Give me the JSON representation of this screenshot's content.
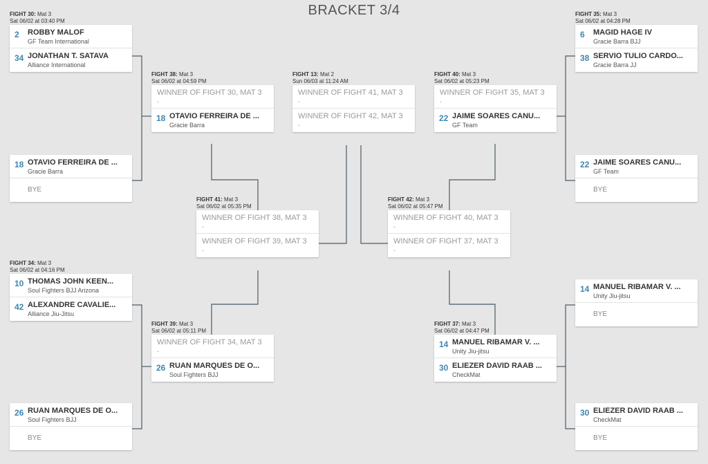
{
  "page": {
    "title": "BRACKET 3/4"
  },
  "colors": {
    "seed": "#3e86b0",
    "line": "#4b5a66"
  },
  "matches": {
    "f30": {
      "label": "FIGHT 30:",
      "mat": "Mat 3",
      "time": "Sat 06/02 at 03:40 PM",
      "s1": {
        "seed": "2",
        "name": "ROBBY MALOF",
        "team": "GF Team International"
      },
      "s2": {
        "seed": "34",
        "name": "JONATHAN T. SATAVA",
        "team": "Alliance International"
      }
    },
    "bye18": {
      "s1": {
        "seed": "18",
        "name": "OTAVIO FERREIRA DE ...",
        "team": "Gracie Barra"
      },
      "s2": {
        "name": "BYE"
      }
    },
    "f34": {
      "label": "FIGHT 34:",
      "mat": "Mat 3",
      "time": "Sat 06/02 at 04:16 PM",
      "s1": {
        "seed": "10",
        "name": "THOMAS JOHN KEEN...",
        "team": "Soul Fighters BJJ Arizona"
      },
      "s2": {
        "seed": "42",
        "name": "ALEXANDRE CAVALIE...",
        "team": "Alliance Jiu-Jitsu"
      }
    },
    "bye26": {
      "s1": {
        "seed": "26",
        "name": "RUAN MARQUES DE O...",
        "team": "Soul Fighters BJJ"
      },
      "s2": {
        "name": "BYE"
      }
    },
    "f38": {
      "label": "FIGHT 38:",
      "mat": "Mat 3",
      "time": "Sat 06/02 at 04:59 PM",
      "s1": {
        "name": "WINNER OF FIGHT 30, MAT 3",
        "team": "-"
      },
      "s2": {
        "seed": "18",
        "name": "OTAVIO FERREIRA DE ...",
        "team": "Gracie Barra"
      }
    },
    "f39": {
      "label": "FIGHT 39:",
      "mat": "Mat 3",
      "time": "Sat 06/02 at 05:11 PM",
      "s1": {
        "name": "WINNER OF FIGHT 34, MAT 3",
        "team": "-"
      },
      "s2": {
        "seed": "26",
        "name": "RUAN MARQUES DE O...",
        "team": "Soul Fighters BJJ"
      }
    },
    "f41": {
      "label": "FIGHT 41:",
      "mat": "Mat 3",
      "time": "Sat 06/02 at 05:35 PM",
      "s1": {
        "name": "WINNER OF FIGHT 38, MAT 3",
        "team": "-"
      },
      "s2": {
        "name": "WINNER OF FIGHT 39, MAT 3",
        "team": "-"
      }
    },
    "f13": {
      "label": "FIGHT 13:",
      "mat": "Mat 2",
      "time": "Sun 06/03 at 11:24 AM",
      "s1": {
        "name": "WINNER OF FIGHT 41, MAT 3",
        "team": "-"
      },
      "s2": {
        "name": "WINNER OF FIGHT 42, MAT 3",
        "team": "-"
      }
    },
    "f42": {
      "label": "FIGHT 42:",
      "mat": "Mat 3",
      "time": "Sat 06/02 at 05:47 PM",
      "s1": {
        "name": "WINNER OF FIGHT 40, MAT 3",
        "team": "-"
      },
      "s2": {
        "name": "WINNER OF FIGHT 37, MAT 3",
        "team": "-"
      }
    },
    "f40": {
      "label": "FIGHT 40:",
      "mat": "Mat 3",
      "time": "Sat 06/02 at 05:23 PM",
      "s1": {
        "name": "WINNER OF FIGHT 35, MAT 3",
        "team": "-"
      },
      "s2": {
        "seed": "22",
        "name": "JAIME SOARES CANU...",
        "team": "GF Team"
      }
    },
    "f37": {
      "label": "FIGHT 37:",
      "mat": "Mat 3",
      "time": "Sat 06/02 at 04:47 PM",
      "s1": {
        "seed": "14",
        "name": "MANUEL RIBAMAR V. ...",
        "team": "Unity Jiu-jitsu"
      },
      "s2": {
        "seed": "30",
        "name": "ELIEZER DAVID RAAB ...",
        "team": "CheckMat"
      }
    },
    "f35": {
      "label": "FIGHT 35:",
      "mat": "Mat 3",
      "time": "Sat 06/02 at 04:28 PM",
      "s1": {
        "seed": "6",
        "name": "MAGID HAGE IV",
        "team": "Gracie Barra BJJ"
      },
      "s2": {
        "seed": "38",
        "name": "SERVIO TULIO CARDO...",
        "team": "Gracie Barra JJ"
      }
    },
    "bye22": {
      "s1": {
        "seed": "22",
        "name": "JAIME SOARES CANU...",
        "team": "GF Team"
      },
      "s2": {
        "name": "BYE"
      }
    },
    "bye14": {
      "s1": {
        "seed": "14",
        "name": "MANUEL RIBAMAR V. ...",
        "team": "Unity Jiu-jitsu"
      },
      "s2": {
        "name": "BYE"
      }
    },
    "bye30": {
      "s1": {
        "seed": "30",
        "name": "ELIEZER DAVID RAAB ...",
        "team": "CheckMat"
      },
      "s2": {
        "name": "BYE"
      }
    }
  }
}
